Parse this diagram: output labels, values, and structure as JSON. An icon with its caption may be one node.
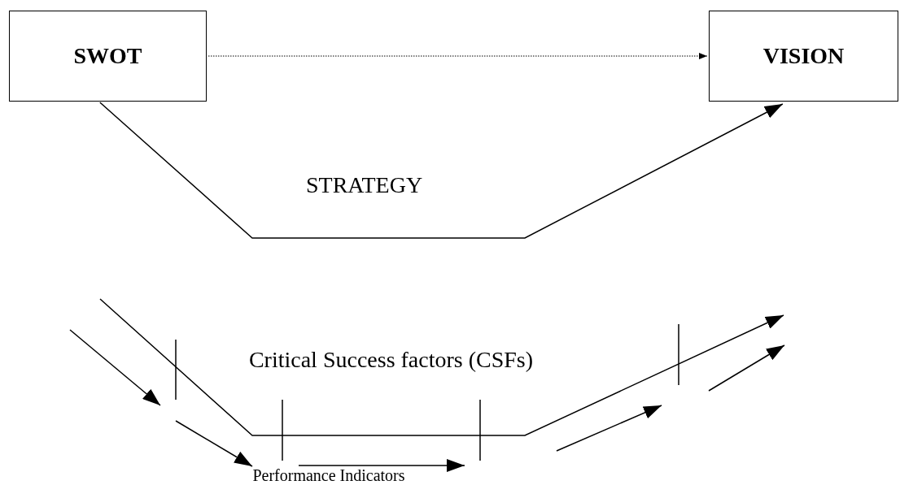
{
  "diagram": {
    "nodes": [
      {
        "text": [
          "SWOT"
        ]
      },
      {
        "text": [
          "VISION"
        ]
      }
    ],
    "edges": [
      {
        "from": 0,
        "to": 1,
        "arrow": "to",
        "style": "dashed"
      },
      {
        "from": 0,
        "to": 1,
        "arrow": "to",
        "label": "STRATEGY"
      }
    ],
    "labels": [
      "Critical Success factors (CSFs)",
      "Performance Indicators"
    ]
  }
}
